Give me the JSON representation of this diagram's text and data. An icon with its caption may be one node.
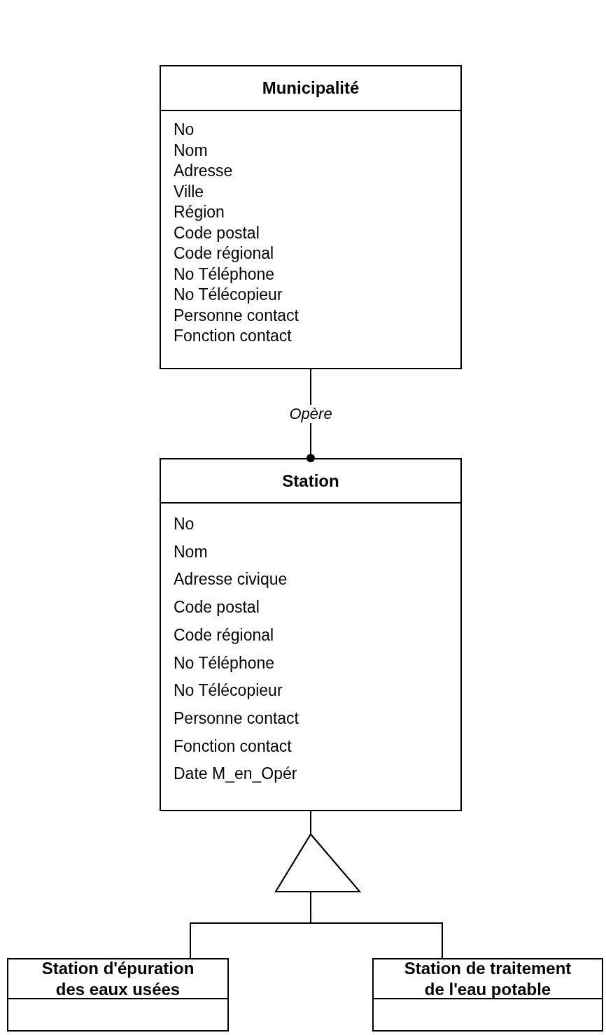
{
  "diagram": {
    "nodes": [
      {
        "text": [
          "Municipalité",
          "No",
          "Nom",
          "Adresse",
          "Ville",
          "Région",
          "Code postal",
          "Code régional",
          "No Téléphone",
          "No Télécopieur",
          "Personne contact",
          "Fonction contact"
        ]
      },
      {
        "text": [
          "Station",
          "No",
          "Nom",
          "Adresse civique",
          "Code postal",
          "Code régional",
          "No Téléphone",
          "No Télécopieur",
          "Personne contact",
          "Fonction contact",
          "Date M_en_Opér"
        ]
      },
      {
        "text": [
          "Station d'épuration des eaux usées"
        ]
      },
      {
        "text": [
          "Station de traitement de l'eau potable"
        ]
      }
    ],
    "edges": [
      {
        "from": 0,
        "to": 1,
        "arrow": "other",
        "label": "Opère"
      },
      {
        "from": 2,
        "to": 1,
        "arrow": "to"
      },
      {
        "from": 3,
        "to": 1,
        "arrow": "to"
      }
    ]
  }
}
